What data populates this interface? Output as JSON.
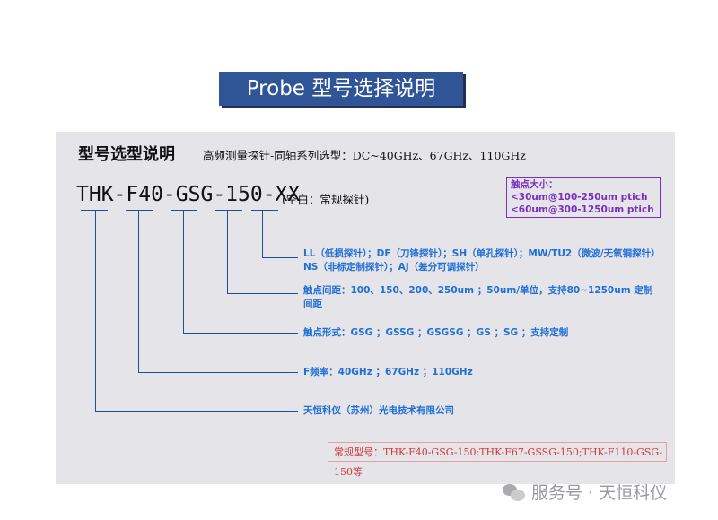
{
  "title": "Probe 型号选择说明",
  "heading": "型号选型说明",
  "subheading": "高频测量探针-同轴系列选型：DC~40GHz、67GHz、110GHz",
  "model_code": "THK-F40-GSG-150-XX",
  "model_note": "(空白：常规探针)",
  "contact_box": {
    "title": "触点大小：",
    "line1": "<30um@100-250um   ptich",
    "line2": "<60um@300-1250um   ptich"
  },
  "descriptions": {
    "tip_type_line1": "LL（低损探针）；DF（刀锋探针）；SH（单孔探针）；MW/TU2（微波/无氧铜探针）",
    "tip_type_line2": "NS（非标定制探针）；AJ（差分可调探针）",
    "pitch_line1": "触点间距：100、150、200、250um ；50um/单位，支持80~1250um 定制",
    "pitch_line2": "间距",
    "form": "触点形式：GSG ；GSSG ；GSGSG ；GS ；SG ；支持定制",
    "frequency": "F频率：40GHz ；67GHz ；110GHz",
    "company": "天恒科仪（苏州）光电技术有限公司"
  },
  "common_models": "常规型号：THK-F40-GSG-150;THK-F67-GSSG-150;THK-F110-GSG-150等",
  "watermark": "服务号 · 天恒科仪",
  "colors": {
    "banner": "#2f5597",
    "panel": "#e4e4e9",
    "leader": "#1f4e9e",
    "desc_text": "#1f6fd6",
    "contact": "#7b2fbf",
    "common": "#d43a3a"
  }
}
